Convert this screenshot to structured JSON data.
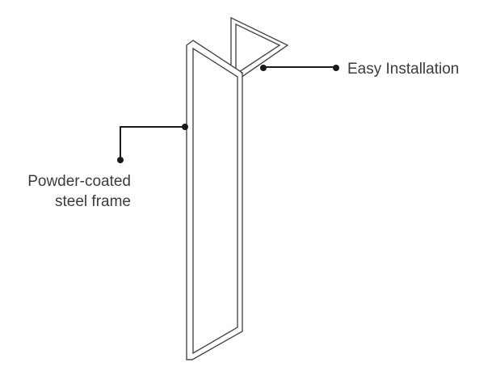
{
  "callouts": {
    "installation": {
      "text": "Easy Installation"
    },
    "frame": {
      "lines": [
        "Powder-coated",
        "steel frame"
      ]
    }
  },
  "colors": {
    "frame_stroke": "#4a4a4a",
    "frame_fill": "#ffffff",
    "leader": "#1a1a1a",
    "text": "#3c3c3c",
    "background": "#ffffff"
  }
}
